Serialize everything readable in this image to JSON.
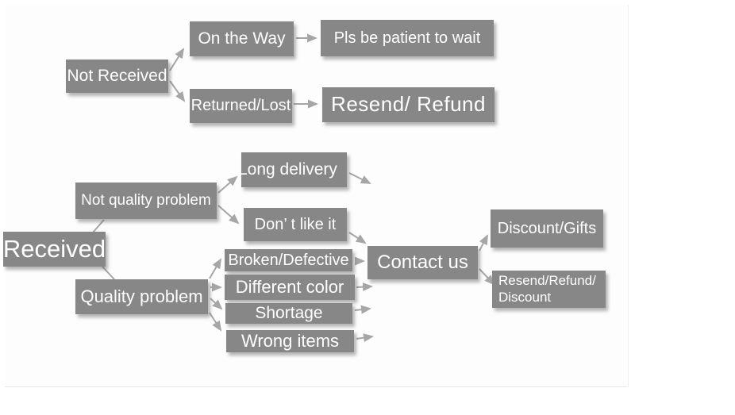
{
  "colors": {
    "box": "#878787",
    "arrow": "#a6a6a6",
    "text": "#ffffff",
    "background": "#ffffff"
  },
  "nodes": {
    "not_received": "Not Received",
    "on_the_way": "On the Way",
    "pls_be_patient": "Pls be patient to wait",
    "returned_lost": "Returned/Lost",
    "resend_refund": "Resend/ Refund",
    "received": "Received",
    "not_quality_problem": "Not quality problem",
    "long_delivery": "Long delivery",
    "dont_like_it": "Don’ t like it",
    "quality_problem": "Quality problem",
    "broken_defective": "Broken/Defective",
    "different_color": "Different color",
    "shortage": "Shortage",
    "wrong_items": "Wrong items",
    "contact_us": "Contact us",
    "discount_gifts": "Discount/Gifts",
    "resend_refund_discount": {
      "line1": "Resend/Refund/",
      "line2": "Discount"
    }
  },
  "edges": [
    {
      "from": "not_received",
      "to": "on_the_way",
      "arrowhead": true
    },
    {
      "from": "not_received",
      "to": "returned_lost",
      "arrowhead": true
    },
    {
      "from": "on_the_way",
      "to": "pls_be_patient",
      "arrowhead": true
    },
    {
      "from": "returned_lost",
      "to": "resend_refund",
      "arrowhead": true
    },
    {
      "from": "received",
      "to": "not_quality_problem",
      "arrowhead": false
    },
    {
      "from": "received",
      "to": "quality_problem",
      "arrowhead": false
    },
    {
      "from": "not_quality_problem",
      "to": "long_delivery",
      "arrowhead": true
    },
    {
      "from": "not_quality_problem",
      "to": "dont_like_it",
      "arrowhead": true
    },
    {
      "from": "long_delivery",
      "to": "",
      "arrowhead": true
    },
    {
      "from": "dont_like_it",
      "to": "contact_us",
      "arrowhead": true
    },
    {
      "from": "quality_problem",
      "to": "broken_defective",
      "arrowhead": true
    },
    {
      "from": "quality_problem",
      "to": "different_color",
      "arrowhead": true
    },
    {
      "from": "quality_problem",
      "to": "shortage",
      "arrowhead": true
    },
    {
      "from": "quality_problem",
      "to": "wrong_items",
      "arrowhead": true
    },
    {
      "from": "broken_defective",
      "to": "contact_us",
      "arrowhead": true
    },
    {
      "from": "different_color",
      "to": "",
      "arrowhead": true
    },
    {
      "from": "shortage",
      "to": "",
      "arrowhead": true
    },
    {
      "from": "wrong_items",
      "to": "",
      "arrowhead": true
    },
    {
      "from": "contact_us",
      "to": "discount_gifts",
      "arrowhead": true
    },
    {
      "from": "contact_us",
      "to": "resend_refund_discount",
      "arrowhead": true
    }
  ]
}
